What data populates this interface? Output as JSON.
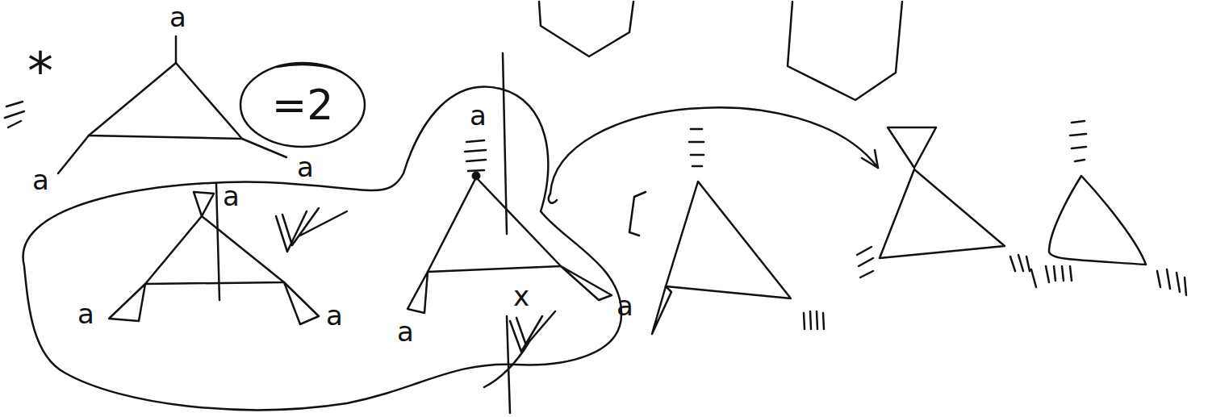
{
  "diagram": {
    "nodes": [
      {
        "text": [
          "=2"
        ]
      }
    ],
    "labels": [
      "a",
      "*",
      "a",
      "a",
      "a",
      "a",
      "a",
      "a",
      "a",
      "a",
      "x"
    ]
  }
}
